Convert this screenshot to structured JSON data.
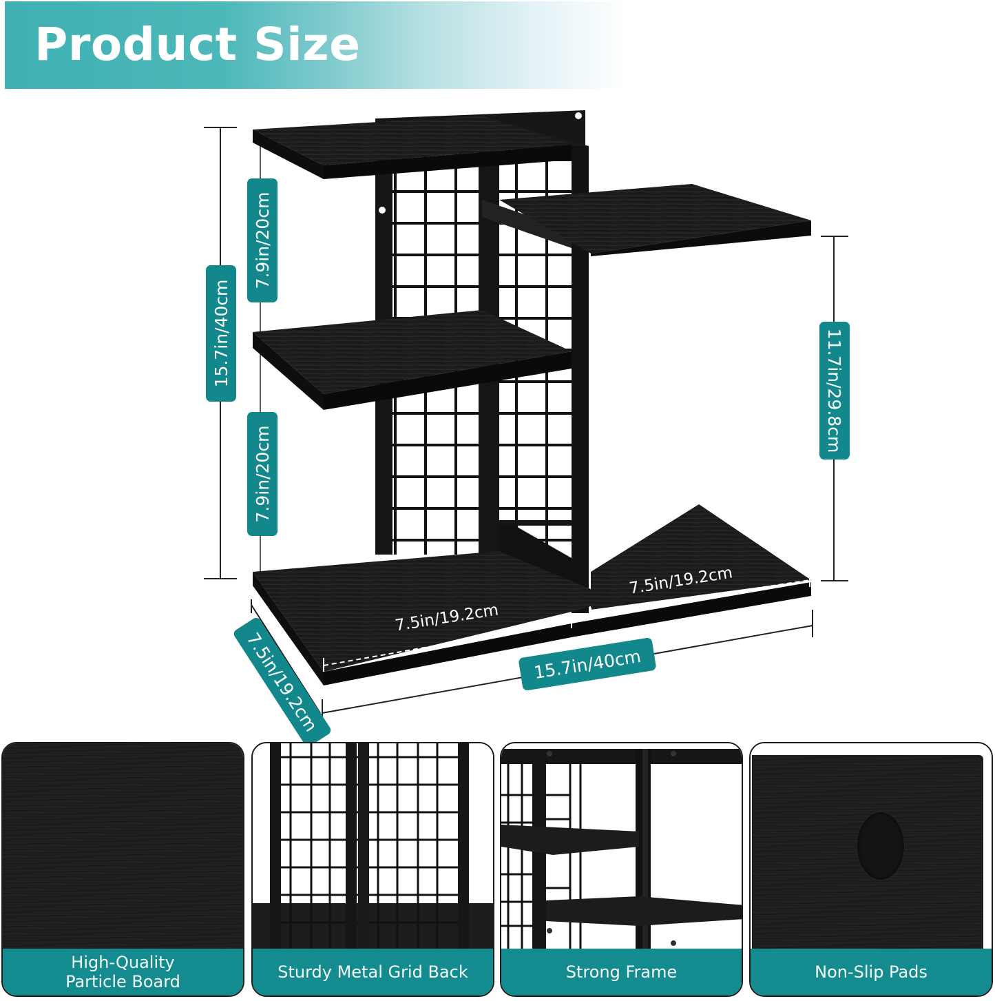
{
  "header": {
    "title": "Product Size",
    "banner_color": "#3fb0b3"
  },
  "dimensions": {
    "total_height": "15.7in/40cm",
    "upper_tier_height": "7.9in/20cm",
    "lower_tier_height": "7.9in/20cm",
    "side_shelf_height": "11.7in/29.8cm",
    "total_width": "15.7in/40cm",
    "depth": "7.5in/19.2cm",
    "left_board_width": "7.5in/19.2cm",
    "right_board_width": "7.5in/19.2cm",
    "badge_color": "#13888c"
  },
  "features": [
    {
      "caption_line1": "High-Quality",
      "caption_line2": "Particle Board"
    },
    {
      "caption": "Sturdy Metal Grid Back"
    },
    {
      "caption": "Strong Frame"
    },
    {
      "caption": "Non-Slip Pads"
    }
  ],
  "caption_color": "#138b8f"
}
